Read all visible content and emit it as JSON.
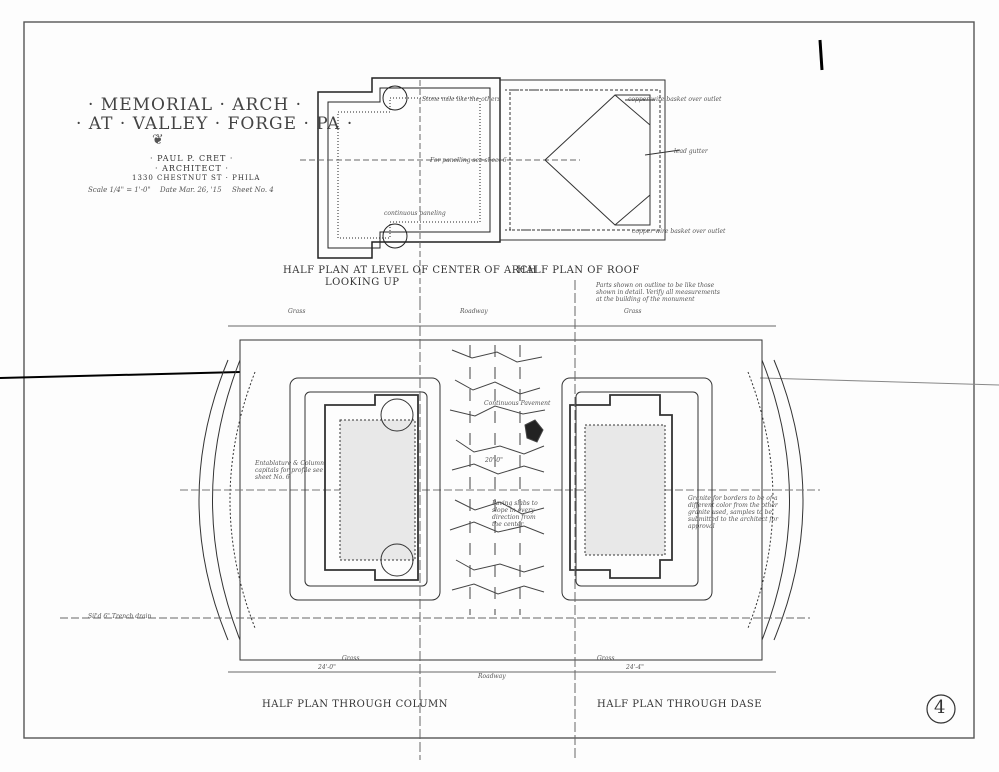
{
  "title_block": {
    "line1": "· MEMORIAL · ARCH ·",
    "line2": "· AT · VALLEY · FORGE · PA ·",
    "architect_name": "· PAUL P. CRET ·",
    "architect_role": "· ARCHITECT ·",
    "address": "1330 CHESTNUT ST · PHILA",
    "scale": "Scale 1/4\" = 1'-0\"",
    "date": "Date Mar. 26, '15",
    "sheet": "Sheet No. 4"
  },
  "upper_plans": {
    "left_caption": "HALF PLAN AT LEVEL OF CENTER OF ARCH",
    "left_caption_sub": "LOOKING UP",
    "right_caption": "HALF PLAN OF ROOF",
    "notes": {
      "stone_note": "Stone mile like the others",
      "paneling_note": "For panelling see sheet 6",
      "cornice_note": "continuous paneling",
      "copper_top": "copper wire basket over outlet",
      "lead_gutter": "lead gutter",
      "copper_bottom": "copper wire basket over outlet",
      "roof_note": "Parts shown on outline to be like those shown in detail. Verify all measurements at the building of the monument"
    }
  },
  "lower_plans": {
    "left_caption": "HALF PLAN THROUGH COLUMN",
    "right_caption": "HALF PLAN THROUGH DASE",
    "labels": {
      "grass_top_left": "Grass",
      "roadway_top": "Roadway",
      "grass_top_right": "Grass",
      "curbing": "Continuous Pavement",
      "entablature_note": "Entablature & Column capitals for profile see sheet No. 6",
      "paving_note": "Paving slabs to slope in every direction from the center",
      "granite_note": "Granite for borders to be of a different color from the other granite used, samples to be submitted to the architect for approval",
      "drain_note": "Sil'd 6\" Trench drain",
      "grass_bottom_left": "Grass",
      "roadway_bottom": "Roadway",
      "grass_bottom_right": "Grass",
      "dim_left": "24'-0\"",
      "dim_center": "20'-0\"",
      "dim_right": "24'-4\""
    }
  },
  "sheet_number": "4"
}
